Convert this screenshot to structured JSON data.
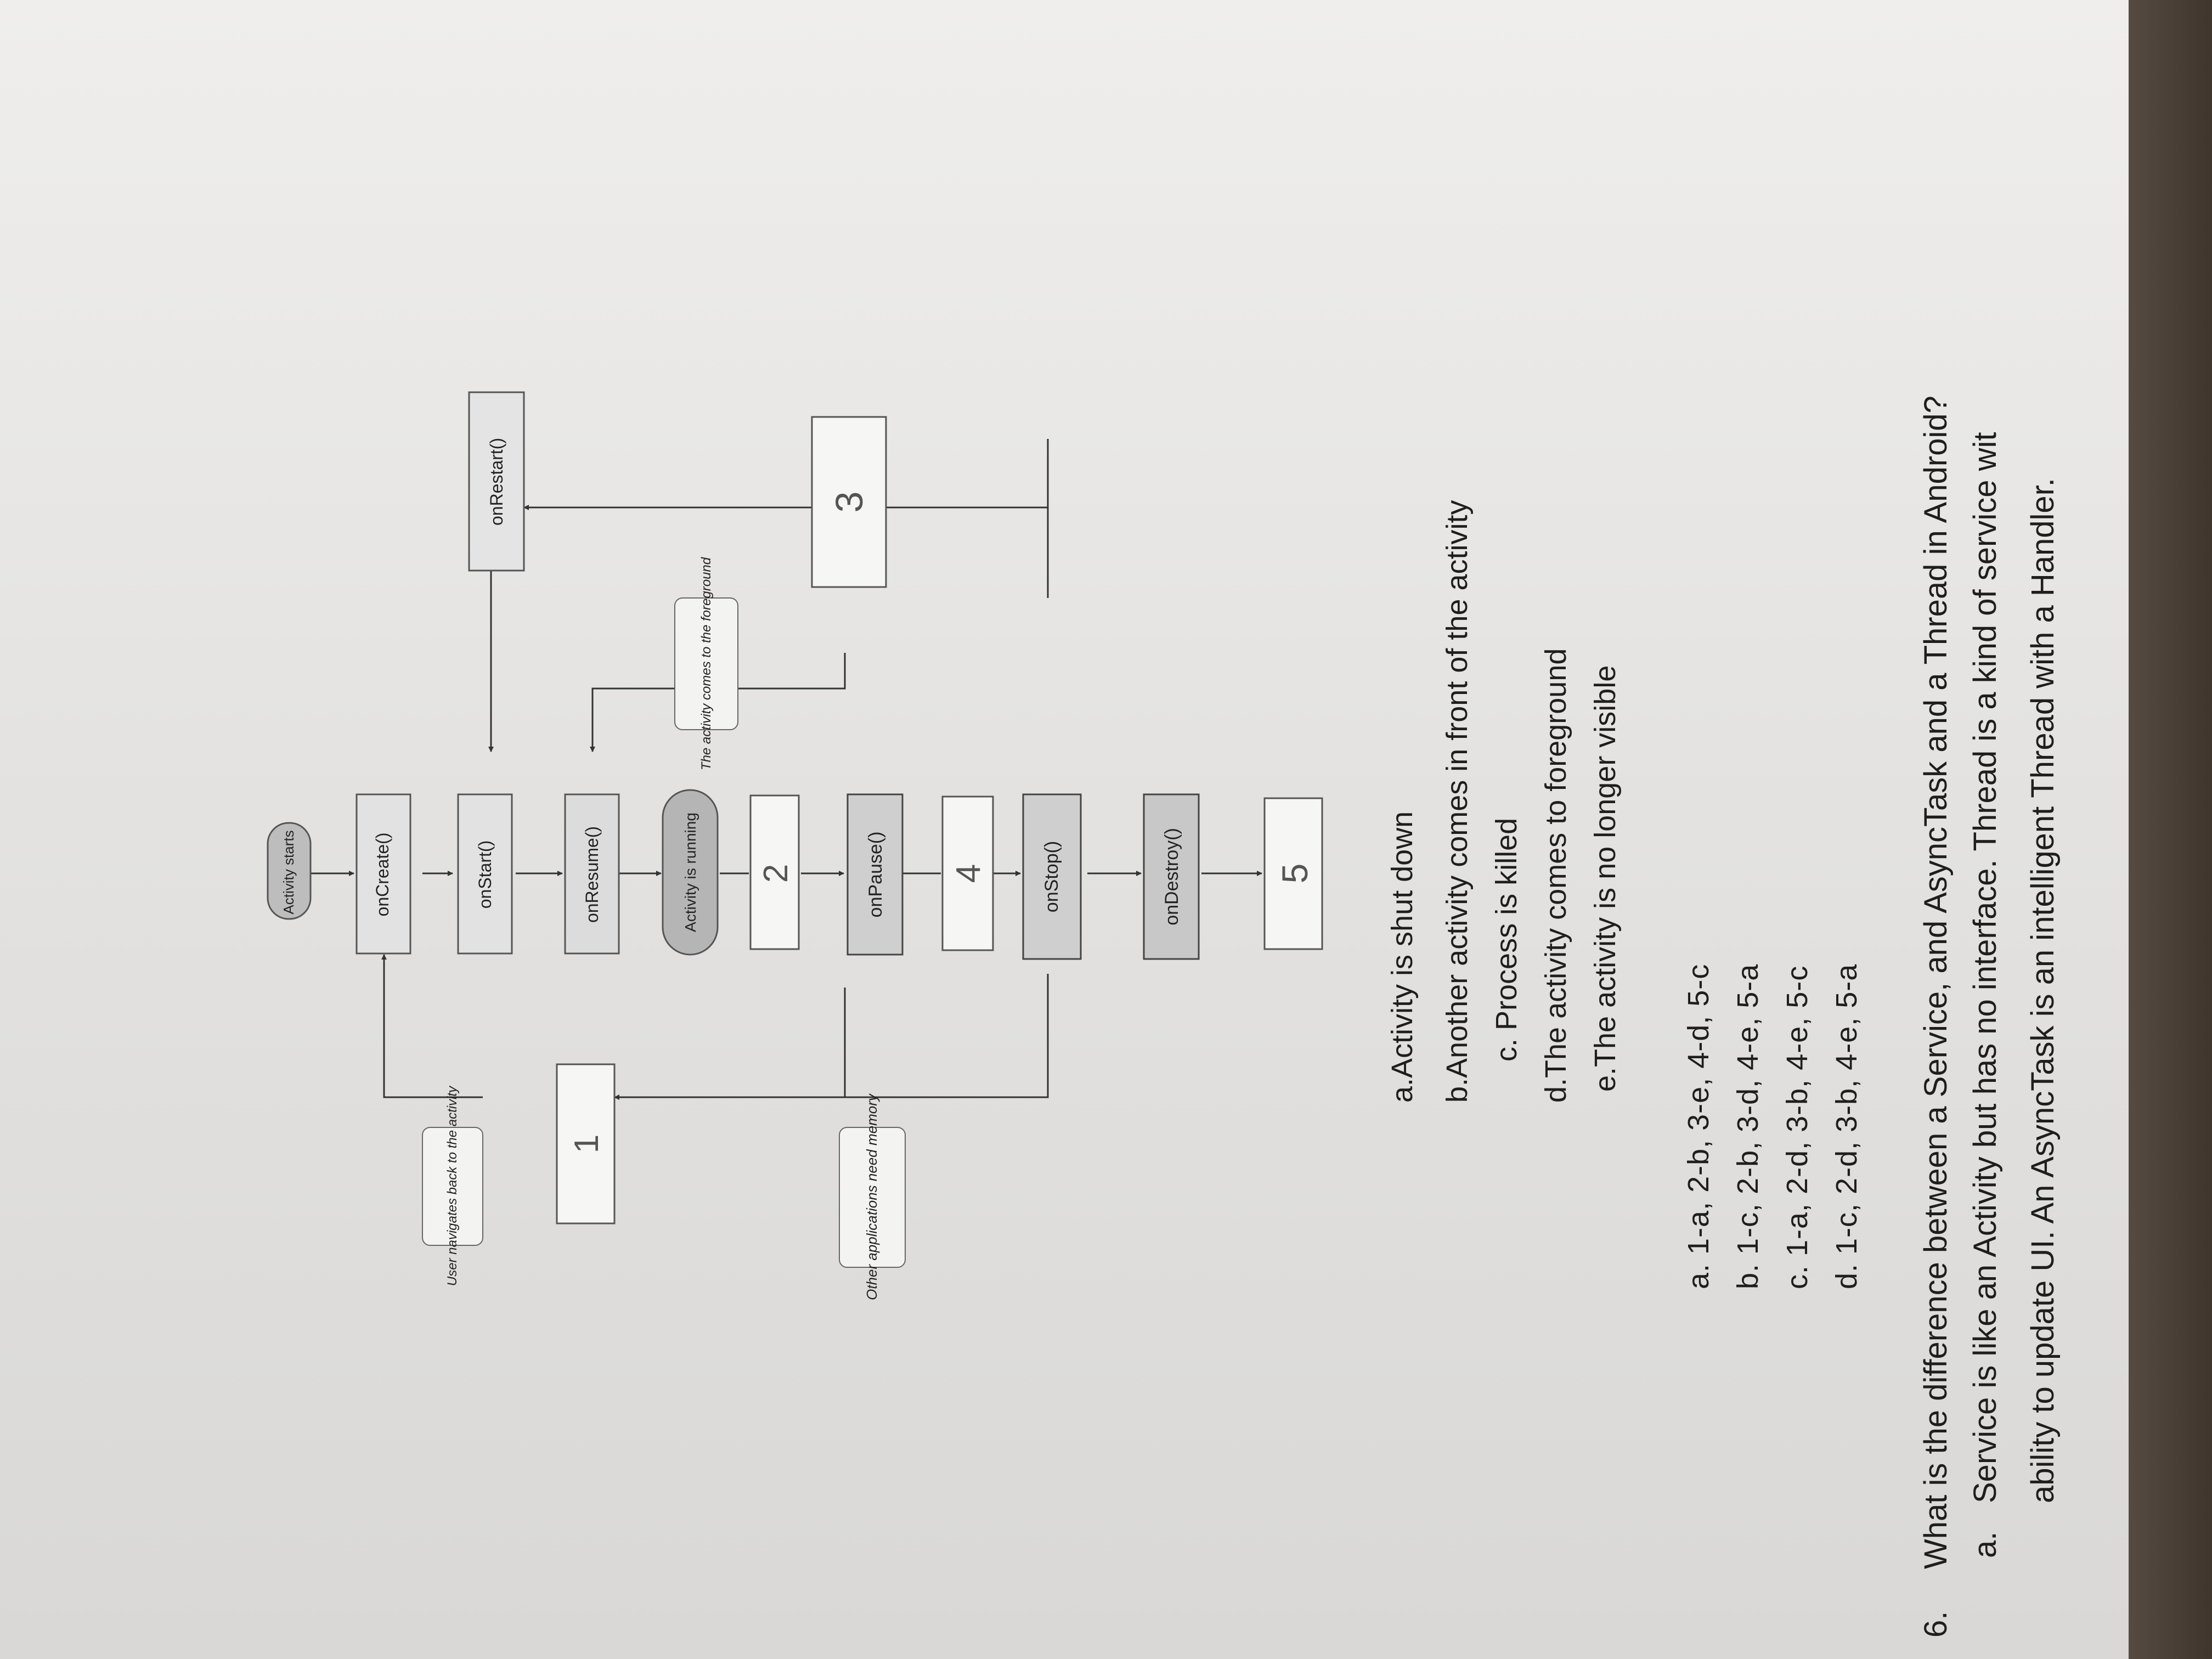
{
  "diagram": {
    "activity_starts": "Activity starts",
    "on_create": "onCreate()",
    "on_start": "onStart()",
    "on_restart": "onRestart()",
    "on_resume": "onResume()",
    "activity_running": "Activity is running",
    "on_pause": "onPause()",
    "on_stop": "onStop()",
    "on_destroy": "onDestroy()",
    "user_navigates_back": "User navigates back to the activity",
    "other_apps_need_memory": "Other applications need memory",
    "activity_comes_foreground": "The activity comes to the foreground",
    "blank_1": "1",
    "blank_2": "2",
    "blank_3": "3",
    "blank_4": "4",
    "blank_5": "5"
  },
  "scenarios": [
    "a.Activity is shut down",
    "b.Another activity comes in front of the activity",
    "c. Process is killed",
    "d.The activity comes to foreground",
    "e.The activity is no longer visible"
  ],
  "options": [
    "a.   1-a, 2-b, 3-e, 4-d, 5-c",
    "b.   1-c, 2-b, 3-d, 4-e, 5-a",
    "c.   1-a, 2-d, 3-b, 4-e, 5-c",
    "d.   1-c, 2-d, 3-b, 4-e, 5-a"
  ],
  "question6": {
    "number": "6.",
    "text": "What is the difference between a Service, and AsyncTask and a Thread in Android?",
    "answer_a_marker": "a.",
    "answer_a_line1": "Service is like an Activity but has no interface. Thread is a kind of service wit",
    "answer_a_line2": "ability to update UI. An AsyncTask is an intelligent Thread with a Handler."
  }
}
